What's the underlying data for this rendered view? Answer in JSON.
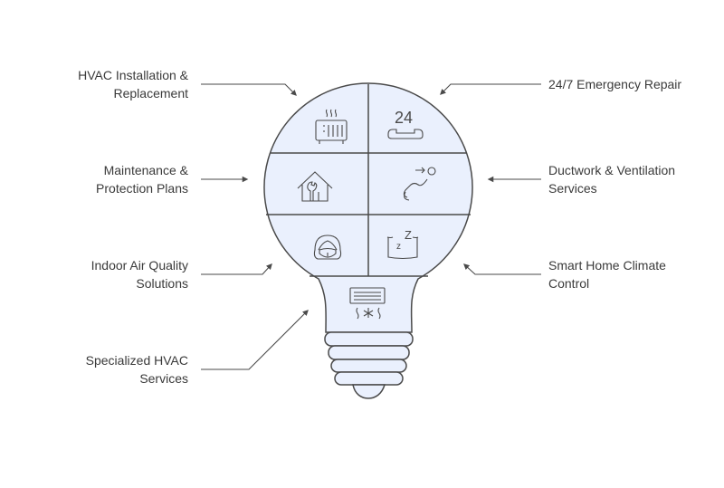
{
  "colors": {
    "bulb_fill": "#eaf0fd",
    "stroke": "#4a4a4a",
    "text": "#3a3a3a"
  },
  "labels": {
    "hvac_install": {
      "line1": "HVAC Installation &",
      "line2": "Replacement",
      "icon": "radiator-heater-icon"
    },
    "maintenance": {
      "line1": "Maintenance &",
      "line2": "Protection Plans",
      "icon": "house-wrench-icon"
    },
    "air_quality": {
      "line1": "Indoor Air Quality",
      "line2": "Solutions",
      "icon": "person-mask-icon"
    },
    "specialized": {
      "line1": "Specialized HVAC",
      "line2": "Services",
      "icon": "air-conditioner-icon"
    },
    "emergency": {
      "line1": "24/7 Emergency Repair",
      "icon": "phone-24-icon",
      "icon_text": "24"
    },
    "ductwork": {
      "line1": "Ductwork & Ventilation",
      "line2": "Services",
      "icon": "airflow-icon"
    },
    "smart_home": {
      "line1": "Smart Home Climate",
      "line2": "Control",
      "icon": "pillow-sleep-icon"
    }
  }
}
